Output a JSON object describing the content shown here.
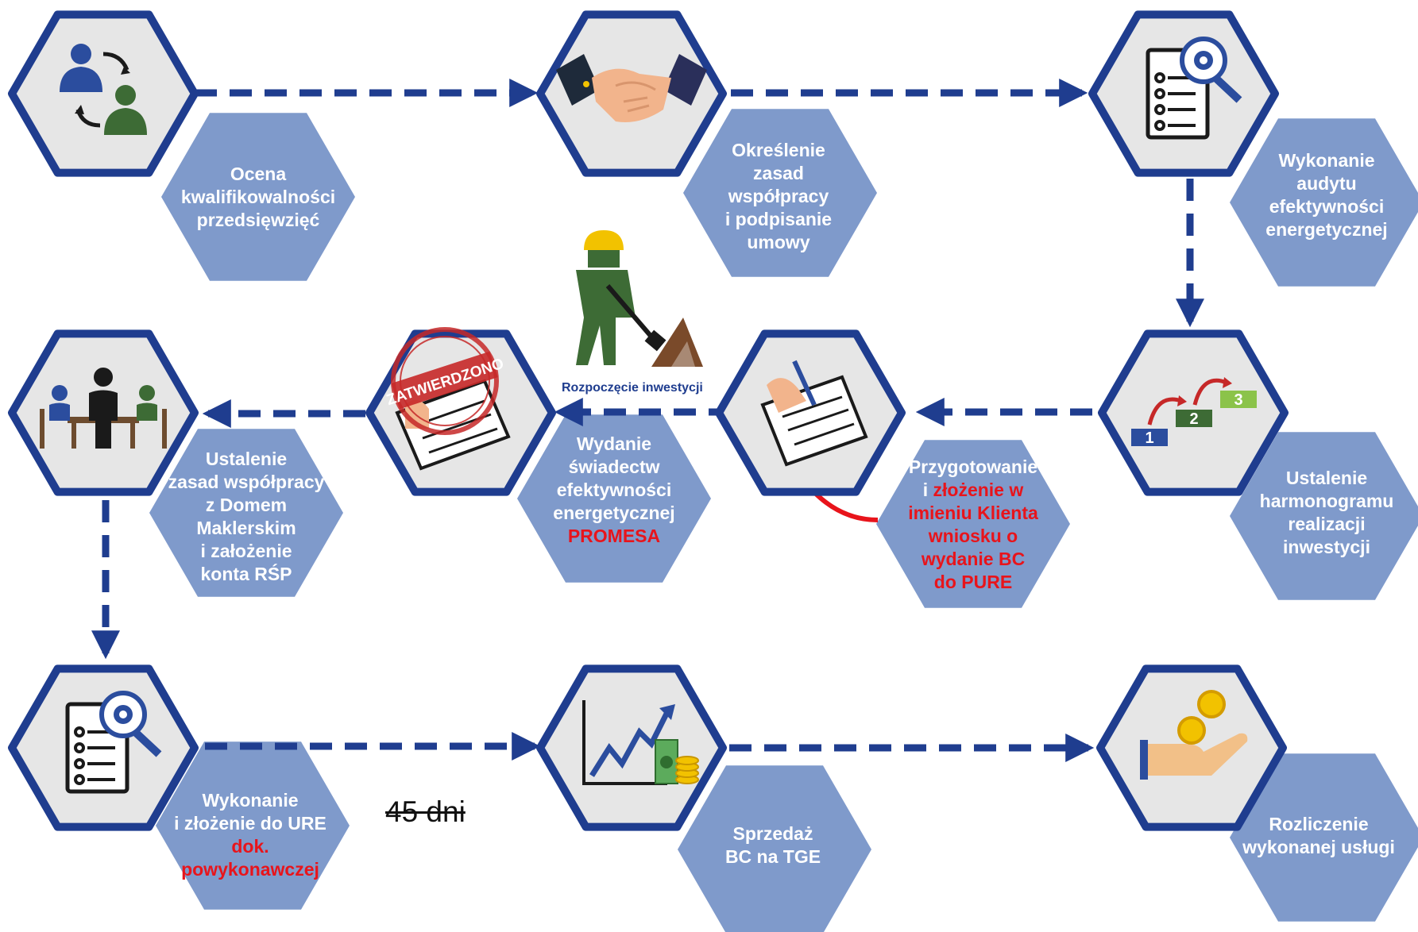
{
  "steps": {
    "s1": {
      "lines": [
        "Ocena",
        "kwalifikowalności",
        "przedsięwzięć"
      ],
      "icon": "people-exchange-icon"
    },
    "s2": {
      "lines": [
        "Określenie",
        "zasad",
        "współpracy",
        "i podpisanie",
        "umowy"
      ],
      "icon": "handshake-icon"
    },
    "s3": {
      "lines": [
        "Wykonanie",
        "audytu",
        "efektywności",
        "energetycznej"
      ],
      "icon": "document-search-gear-icon"
    },
    "s4": {
      "lines": [
        "Ustalenie",
        "harmonogramu",
        "realizacji",
        "inwestycji"
      ],
      "icon": "podium-steps-icon"
    },
    "s5": {
      "prefix": "Przygotowanie",
      "line2_black": "i ",
      "line2_red": "złożenie w",
      "red_lines": [
        "imieniu Klienta",
        "wniosku o",
        "wydanie BC",
        "do PURE"
      ],
      "icon": "signing-document-icon"
    },
    "s6": {
      "lines": [
        "Wydanie",
        "świadectw",
        "efektywności",
        "energetycznej"
      ],
      "red": "PROMESA",
      "icon": "approved-stamp-document-icon",
      "stamp": "ZATWIERDZONO"
    },
    "s7": {
      "lines": [
        "Ustalenie",
        "zasad współpracy",
        "z Domem",
        "Maklerskim",
        "i założenie",
        "konta RŚP"
      ],
      "icon": "meeting-table-icon"
    },
    "s8": {
      "lines": [
        "Wykonanie",
        "i złożenie do URE"
      ],
      "red_lines": [
        "dok.",
        "powykonawczej"
      ],
      "icon": "document-search-gear-icon"
    },
    "s9": {
      "lines": [
        "Sprzedaż",
        "BC na TGE"
      ],
      "icon": "rising-chart-money-icon"
    },
    "s10": {
      "lines": [
        "Rozliczenie",
        "wykonanej usługi"
      ],
      "icon": "hand-coins-icon"
    }
  },
  "investment_start": "Rozpoczęcie inwestycji",
  "days_note": "45 dni",
  "podium_numbers": [
    "1",
    "2",
    "3"
  ],
  "colors": {
    "hex_border": "#1f3d8f",
    "hex_fill": "#e6e6e6",
    "label_hex": "#7f9acb",
    "arrow": "#1f3d8f",
    "red": "#e8141b"
  }
}
